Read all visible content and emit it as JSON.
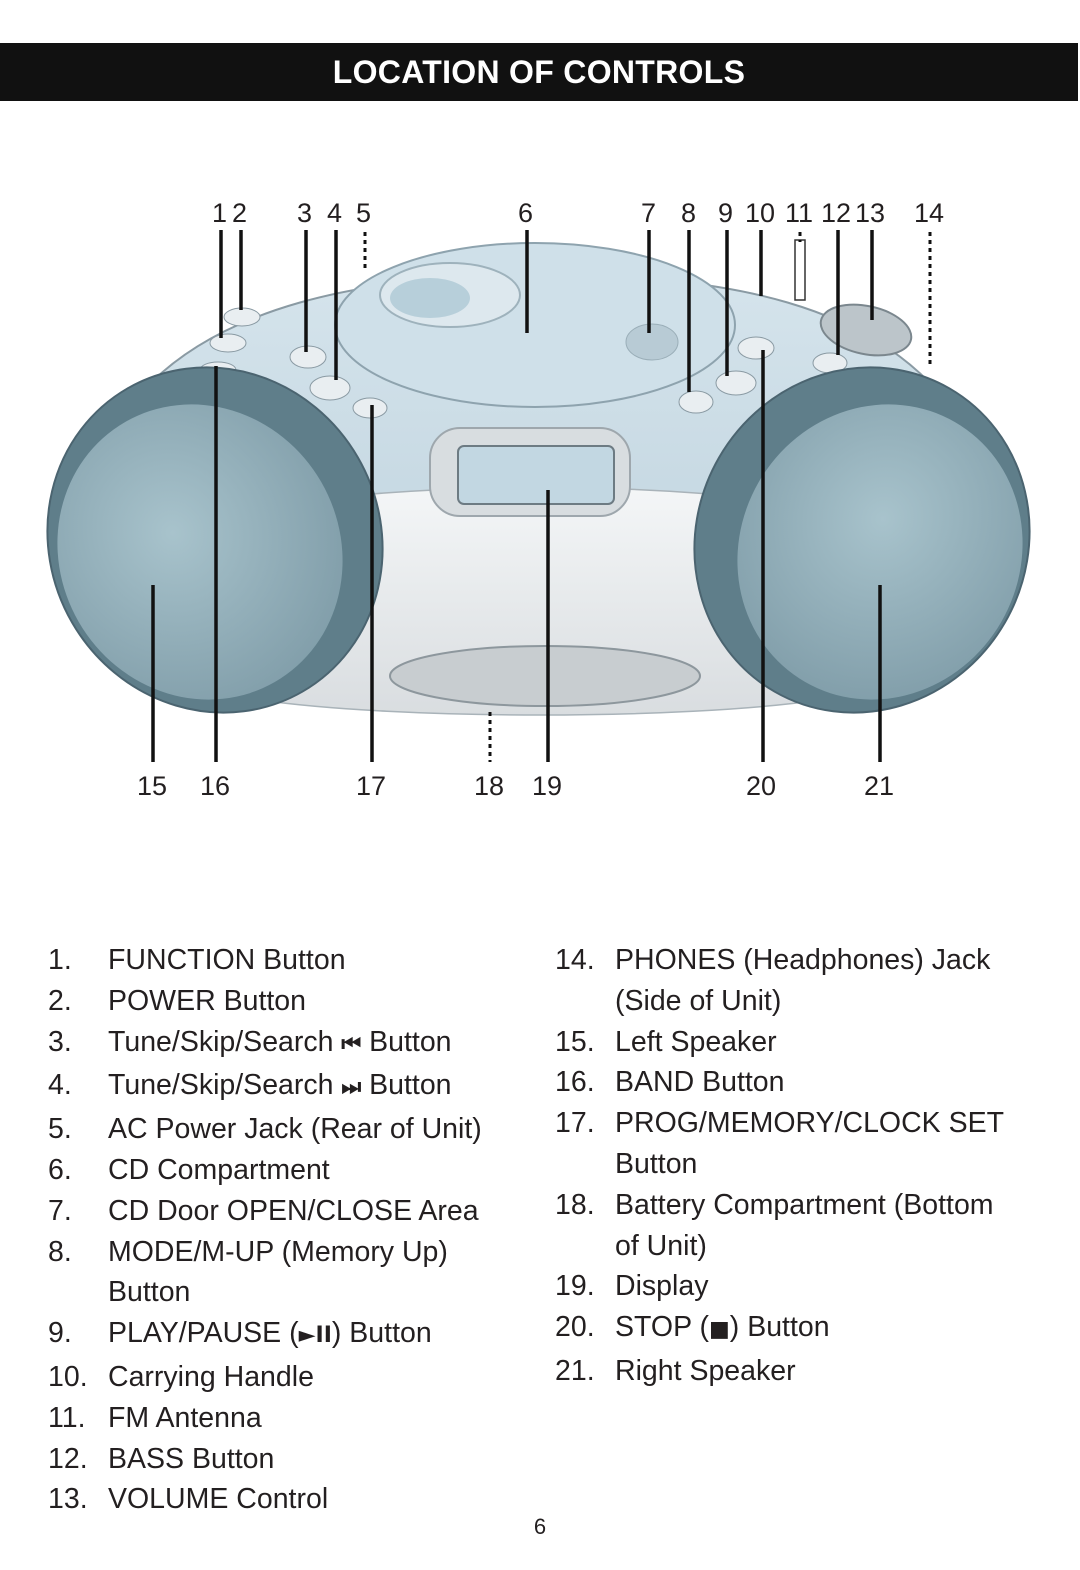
{
  "header": {
    "title": "LOCATION OF CONTROLS"
  },
  "callouts": {
    "top": [
      "1",
      "2",
      "3",
      "4",
      "5",
      "6",
      "7",
      "8",
      "9",
      "10",
      "11",
      "12",
      "13",
      "14"
    ],
    "bottom": [
      "15",
      "16",
      "17",
      "18",
      "19",
      "20",
      "21"
    ]
  },
  "controls_left": [
    {
      "num": "1.",
      "text": "FUNCTION Button"
    },
    {
      "num": "2.",
      "text": "POWER Button"
    },
    {
      "num": "3.",
      "pre": "Tune/Skip/Search ",
      "icon": "skip-back-icon",
      "glyph": "⏮",
      "post": " Button"
    },
    {
      "num": "4.",
      "pre": "Tune/Skip/Search ",
      "icon": "skip-forward-icon",
      "glyph": "⏭",
      "post": " Button"
    },
    {
      "num": "5.",
      "text": "AC Power Jack (Rear of Unit)"
    },
    {
      "num": "6.",
      "text": "CD Compartment"
    },
    {
      "num": "7.",
      "text": "CD Door OPEN/CLOSE Area"
    },
    {
      "num": "8.",
      "text": "MODE/M-UP (Memory Up)",
      "text2": "Button"
    },
    {
      "num": "9.",
      "pre": "PLAY/PAUSE (",
      "icon": "play-pause-icon",
      "glyph": "►II",
      "post": ") Button"
    },
    {
      "num": "10.",
      "text": "Carrying Handle"
    },
    {
      "num": "11.",
      "text": "FM Antenna"
    },
    {
      "num": "12.",
      "text": "BASS Button"
    },
    {
      "num": "13.",
      "text": "VOLUME Control"
    }
  ],
  "controls_right": [
    {
      "num": "14.",
      "text": "PHONES (Headphones) Jack",
      "text2": "(Side of Unit)"
    },
    {
      "num": "15.",
      "text": "Left Speaker"
    },
    {
      "num": "16.",
      "text": "BAND Button"
    },
    {
      "num": "17.",
      "text": "PROG/MEMORY/CLOCK SET",
      "text2": "Button"
    },
    {
      "num": "18.",
      "text": "Battery Compartment (Bottom",
      "text2": "of Unit)"
    },
    {
      "num": "19.",
      "text": "Display"
    },
    {
      "num": "20.",
      "pre": "STOP (",
      "icon": "stop-icon",
      "glyph": "■",
      "post": ") Button"
    },
    {
      "num": "21.",
      "text": "Right Speaker"
    }
  ],
  "page_number": "6"
}
